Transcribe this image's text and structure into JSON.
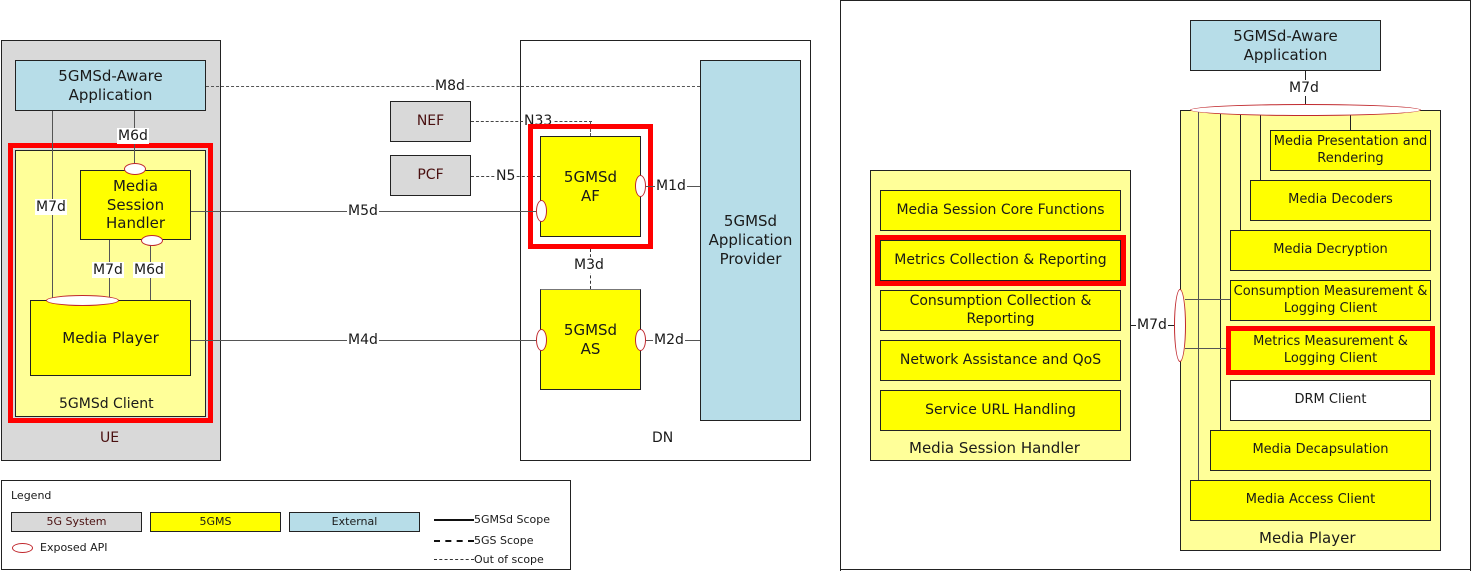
{
  "left_diagram": {
    "ue": {
      "label": "UE",
      "aware_app": "5GMSd-Aware Application",
      "client": {
        "label": "5GMSd Client",
        "media_session_handler": "Media Session Handler",
        "media_player": "Media Player"
      },
      "interfaces": {
        "m6d_top": "M6d",
        "m7d_left": "M7d",
        "m7d_inner": "M7d",
        "m6d_inner": "M6d"
      }
    },
    "external_functions": {
      "nef": "NEF",
      "pcf": "PCF"
    },
    "dn": {
      "label": "DN",
      "af": "5GMSd AF",
      "as": "5GMSd AS",
      "app_provider": "5GMSd Application Provider"
    },
    "interfaces": {
      "m8d": "M8d",
      "n33": "N33",
      "n5": "N5",
      "m5d": "M5d",
      "m4d": "M4d",
      "m1d": "M1d",
      "m2d": "M2d",
      "m3d": "M3d"
    },
    "highlighted": [
      "5GMSd Client",
      "5GMSd AF"
    ]
  },
  "legend": {
    "title": "Legend",
    "swatches": [
      {
        "label": "5G System",
        "color": "#d9d9d9"
      },
      {
        "label": "5GMS",
        "color": "#ffff00"
      },
      {
        "label": "External",
        "color": "#b7dde8"
      }
    ],
    "exposed_api": "Exposed API",
    "line_styles": [
      {
        "label": "5GMSd Scope",
        "style": "solid"
      },
      {
        "label": "5GS Scope",
        "style": "dashed"
      },
      {
        "label": "Out of scope",
        "style": "dotted"
      }
    ]
  },
  "right_diagram": {
    "aware_app": "5GMSd-Aware Application",
    "m7d_top": "M7d",
    "m7d_side": "M7d",
    "media_session_handler": {
      "label": "Media Session Handler",
      "items": [
        "Media Session Core Functions",
        "Metrics Collection & Reporting",
        "Consumption Collection & Reporting",
        "Network Assistance and QoS",
        "Service URL Handling"
      ],
      "highlighted_index": 1
    },
    "media_player": {
      "label": "Media Player",
      "items": [
        "Media Presentation and Rendering",
        "Media Decoders",
        "Media Decryption",
        "Consumption Measurement & Logging Client",
        "Metrics Measurement & Logging Client",
        "DRM Client",
        "Media Decapsulation",
        "Media Access Client"
      ],
      "highlighted_index": 4
    }
  },
  "colors": {
    "highlight": "#ff0000",
    "system_5g": "#d9d9d9",
    "gms": "#ffff00",
    "external": "#b7dde8",
    "client_bg": "#ffff99",
    "api_outline": "#c0282d"
  }
}
